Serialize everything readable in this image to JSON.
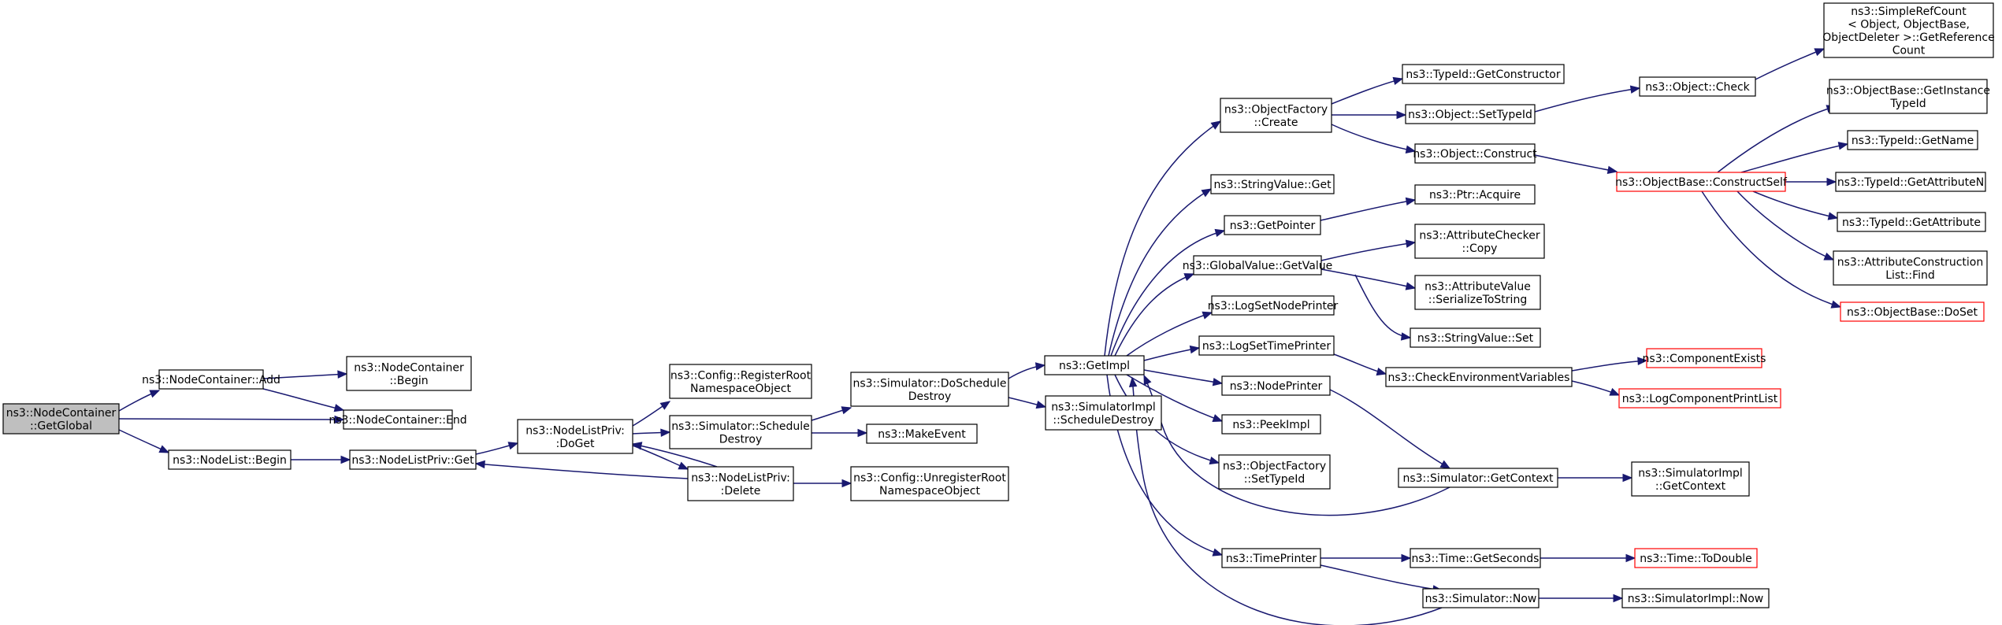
{
  "colors": {
    "edge": "#191970",
    "node_border": "#000000",
    "node_border_undocumented": "#ff0000",
    "root_fill": "#bfbfbf",
    "background": "#ffffff"
  },
  "nodes": {
    "root": [
      "ns3::NodeContainer",
      "::GetGlobal"
    ],
    "nc_add": [
      "ns3::NodeContainer::Add"
    ],
    "nc_begin": [
      "ns3::NodeContainer",
      "::Begin"
    ],
    "nc_end": [
      "ns3::NodeContainer::End"
    ],
    "nl_begin": [
      "ns3::NodeList::Begin"
    ],
    "nlp_get": [
      "ns3::NodeListPriv::Get"
    ],
    "nlp_doget": [
      "ns3::NodeListPriv:",
      ":DoGet"
    ],
    "cfg_reg": [
      "ns3::Config::RegisterRoot",
      "NamespaceObject"
    ],
    "sim_sched": [
      "ns3::Simulator::Schedule",
      "Destroy"
    ],
    "nlp_delete": [
      "ns3::NodeListPriv:",
      ":Delete"
    ],
    "cfg_unreg": [
      "ns3::Config::UnregisterRoot",
      "NamespaceObject"
    ],
    "sim_dosched": [
      "ns3::Simulator::DoSchedule",
      "Destroy"
    ],
    "make_event": [
      "ns3::MakeEvent"
    ],
    "simimpl_sd": [
      "ns3::SimulatorImpl",
      "::ScheduleDestroy"
    ],
    "get_impl": [
      "ns3::GetImpl"
    ],
    "of_create": [
      "ns3::ObjectFactory",
      "::Create"
    ],
    "sv_get": [
      "ns3::StringValue::Get"
    ],
    "get_pointer": [
      "ns3::GetPointer"
    ],
    "gv_getvalue": [
      "ns3::GlobalValue::GetValue"
    ],
    "log_set_node": [
      "ns3::LogSetNodePrinter"
    ],
    "log_set_time": [
      "ns3::LogSetTimePrinter"
    ],
    "node_printer": [
      "ns3::NodePrinter"
    ],
    "peek_impl": [
      "ns3::PeekImpl"
    ],
    "of_settypeid": [
      "ns3::ObjectFactory",
      "::SetTypeId"
    ],
    "time_printer": [
      "ns3::TimePrinter"
    ],
    "tid_getctor": [
      "ns3::TypeId::GetConstructor"
    ],
    "obj_settypeid": [
      "ns3::Object::SetTypeId"
    ],
    "obj_construct": [
      "ns3::Object::Construct"
    ],
    "ptr_acquire": [
      "ns3::Ptr::Acquire"
    ],
    "ac_copy": [
      "ns3::AttributeChecker",
      "::Copy"
    ],
    "av_serialize": [
      "ns3::AttributeValue",
      "::SerializeToString"
    ],
    "sv_set": [
      "ns3::StringValue::Set"
    ],
    "check_env": [
      "ns3::CheckEnvironmentVariables"
    ],
    "sim_getctx": [
      "ns3::Simulator::GetContext"
    ],
    "time_getsec": [
      "ns3::Time::GetSeconds"
    ],
    "sim_now": [
      "ns3::Simulator::Now"
    ],
    "obj_check": [
      "ns3::Object::Check"
    ],
    "ob_constructself": [
      "ns3::ObjectBase::ConstructSelf"
    ],
    "comp_exists": [
      "ns3::ComponentExists"
    ],
    "log_comp_print": [
      "ns3::LogComponentPrintList"
    ],
    "simimpl_getctx": [
      "ns3::SimulatorImpl",
      "::GetContext"
    ],
    "time_todouble": [
      "ns3::Time::ToDouble"
    ],
    "simimpl_now": [
      "ns3::SimulatorImpl::Now"
    ],
    "simple_refcount": [
      "ns3::SimpleRefCount",
      "< Object, ObjectBase,",
      " ObjectDeleter >::GetReference",
      "Count"
    ],
    "ob_getinst": [
      "ns3::ObjectBase::GetInstance",
      "TypeId"
    ],
    "tid_getname": [
      "ns3::TypeId::GetName"
    ],
    "tid_getattrn": [
      "ns3::TypeId::GetAttributeN"
    ],
    "tid_getattr": [
      "ns3::TypeId::GetAttribute"
    ],
    "acl_find": [
      "ns3::AttributeConstruction",
      "List::Find"
    ],
    "ob_doset": [
      "ns3::ObjectBase::DoSet"
    ]
  }
}
